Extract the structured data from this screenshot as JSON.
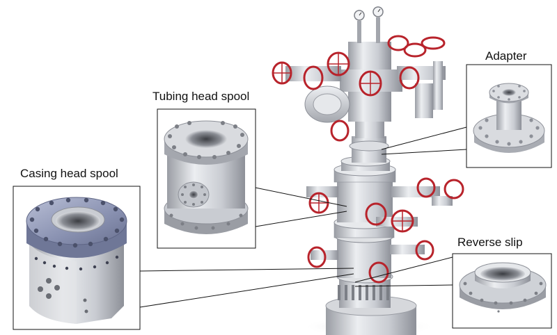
{
  "callouts": {
    "adapter": {
      "label": "Adapter"
    },
    "tubing_head_spool": {
      "label": "Tubing head spool"
    },
    "casing_head_spool": {
      "label": "Casing head spool"
    },
    "reverse_slip": {
      "label": "Reverse slip"
    }
  },
  "colors": {
    "steel_light": "#e4e5e8",
    "steel_mid": "#c2c5cb",
    "steel_dark": "#8d9098",
    "flange_blue": "#8e96b4",
    "valve_red": "#b8232b",
    "leader_line": "#111111"
  },
  "icons": [
    "pressure-gauge-icon",
    "handwheel-icon",
    "bolt-icon"
  ]
}
